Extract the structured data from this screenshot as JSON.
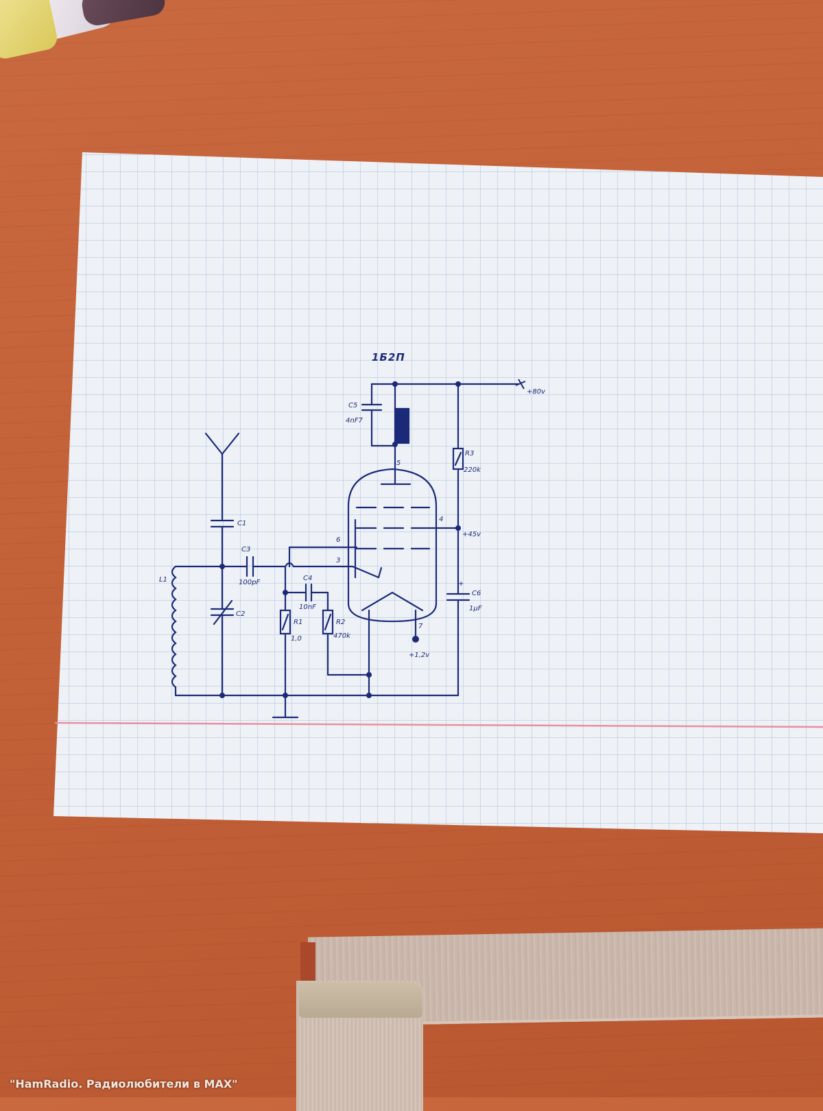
{
  "tube": {
    "name": "1Б2П"
  },
  "supply": {
    "plus_80v": "+80v",
    "plus_45v": "+45v",
    "plus_1_2v": "+1,2v"
  },
  "pins": {
    "p5": "5",
    "p4": "4",
    "p6": "6",
    "p3": "3",
    "p7": "7",
    "c6_plus": "+"
  },
  "components": {
    "c1": "C1",
    "c2": "C2",
    "c3": "C3",
    "c3_value": "100pF",
    "c4": "C4",
    "c4_value": "10nF",
    "c5": "C5",
    "c5_value": "4nF7",
    "c6": "C6",
    "c6_value": "1µF",
    "r1": "R1",
    "r1_value": "1,0",
    "r2": "R2",
    "r2_value": "470k",
    "r3": "R3",
    "r3_value": "220k",
    "l1": "L1"
  },
  "caption": "\"HamRadio. Радиолюбители в MAX\"",
  "colors": {
    "ink": "#1b2a78",
    "grid": "#b6c7dd",
    "margin_line": "#e88fa0",
    "wood": "#c46239"
  }
}
